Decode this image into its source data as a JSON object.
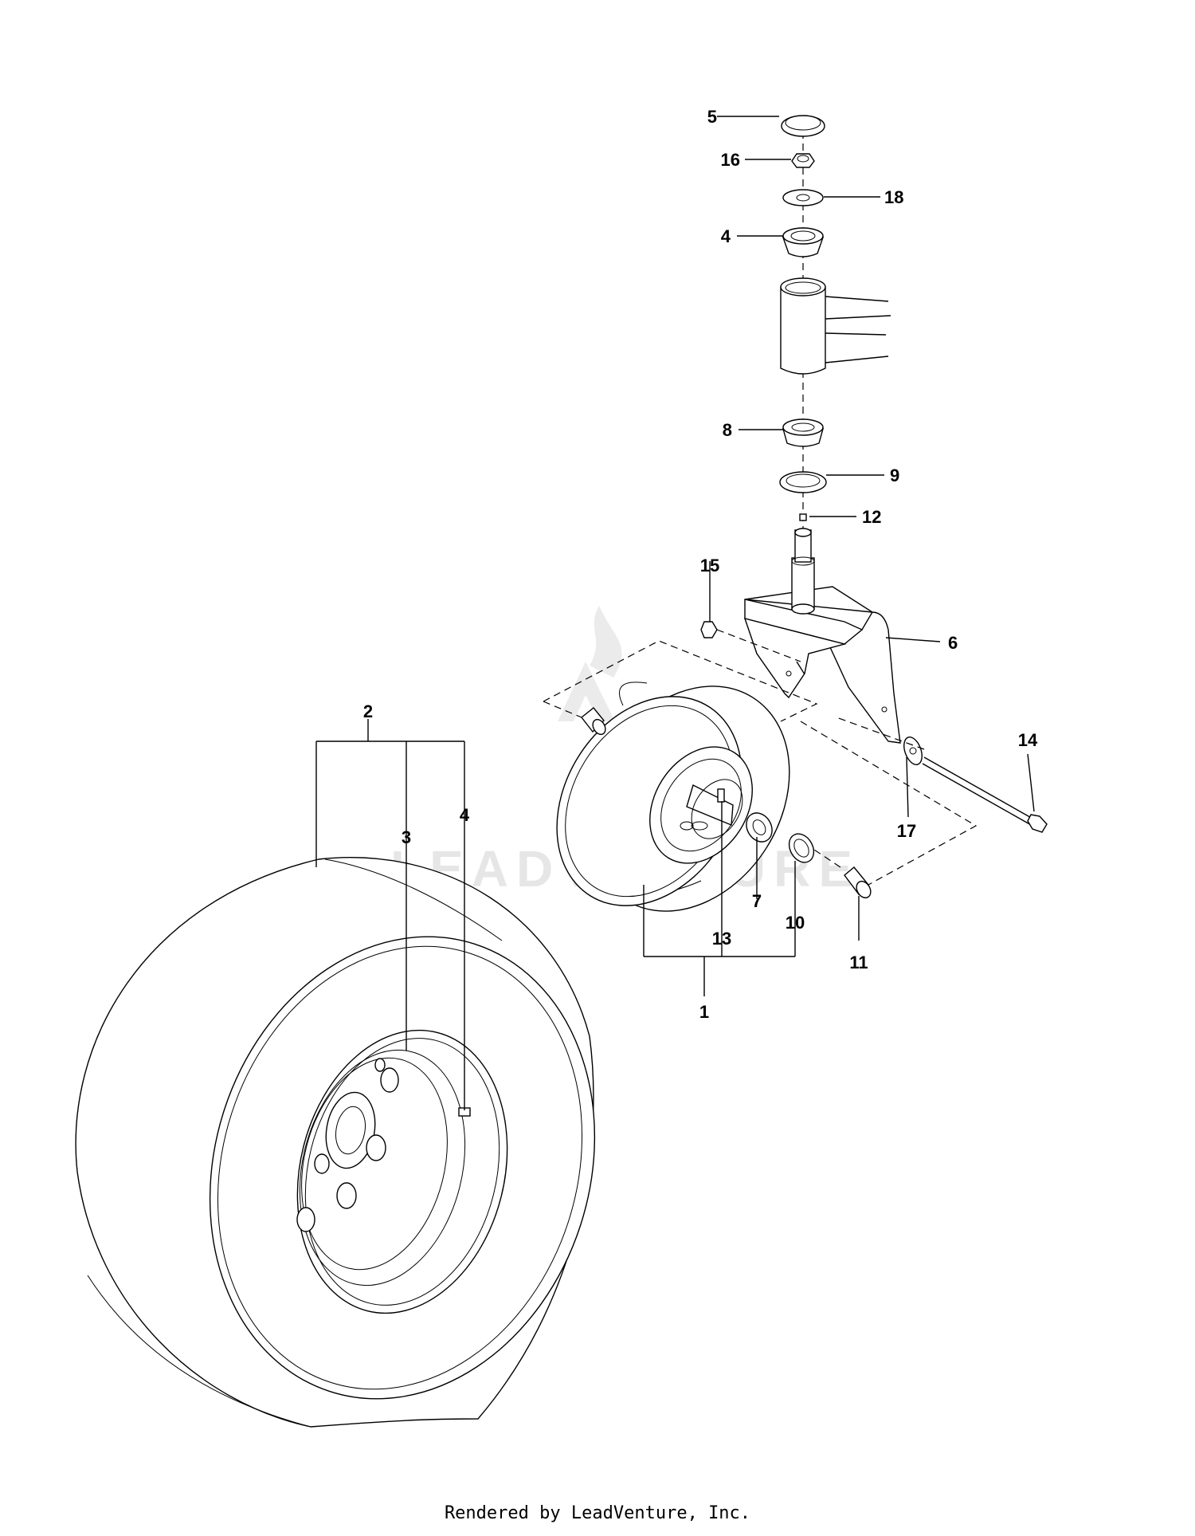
{
  "footer": {
    "text": "Rendered by LeadVenture, Inc."
  },
  "watermark": {
    "text": "LEADVENTURE",
    "color": "#e6e6e6"
  },
  "callouts": {
    "c1": "1",
    "c2": "2",
    "c3": "3",
    "c4a": "4",
    "c4b": "4",
    "c5": "5",
    "c6": "6",
    "c7": "7",
    "c8": "8",
    "c9": "9",
    "c10": "10",
    "c11": "11",
    "c12": "12",
    "c13": "13",
    "c14": "14",
    "c15": "15",
    "c16": "16",
    "c17": "17",
    "c18": "18"
  }
}
